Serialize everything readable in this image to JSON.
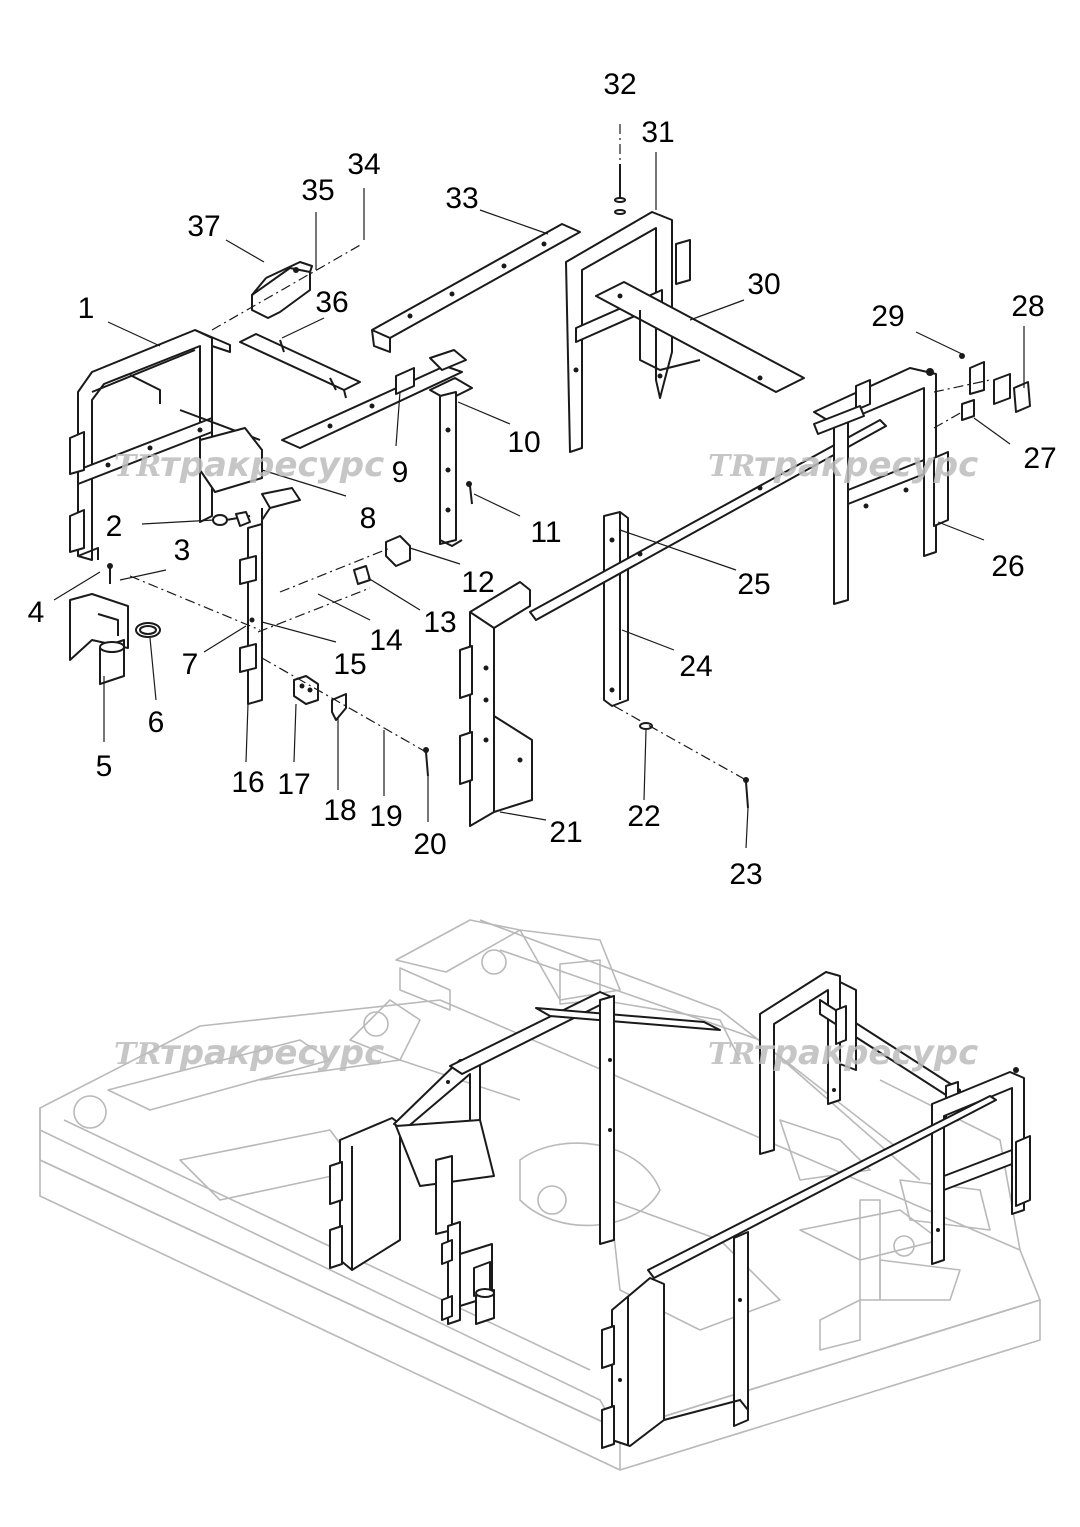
{
  "callouts": [
    {
      "n": "1"
    },
    {
      "n": "2"
    },
    {
      "n": "3"
    },
    {
      "n": "4"
    },
    {
      "n": "5"
    },
    {
      "n": "6"
    },
    {
      "n": "7"
    },
    {
      "n": "8"
    },
    {
      "n": "9"
    },
    {
      "n": "10"
    },
    {
      "n": "11"
    },
    {
      "n": "12"
    },
    {
      "n": "13"
    },
    {
      "n": "14"
    },
    {
      "n": "15"
    },
    {
      "n": "16"
    },
    {
      "n": "17"
    },
    {
      "n": "18"
    },
    {
      "n": "19"
    },
    {
      "n": "20"
    },
    {
      "n": "21"
    },
    {
      "n": "22"
    },
    {
      "n": "23"
    },
    {
      "n": "24"
    },
    {
      "n": "25"
    },
    {
      "n": "26"
    },
    {
      "n": "27"
    },
    {
      "n": "28"
    },
    {
      "n": "29"
    },
    {
      "n": "30"
    },
    {
      "n": "31"
    },
    {
      "n": "32"
    },
    {
      "n": "33"
    },
    {
      "n": "34"
    },
    {
      "n": "35"
    },
    {
      "n": "36"
    },
    {
      "n": "37"
    }
  ],
  "watermark": {
    "logo": "TR",
    "text": "тракресурс",
    "color": "#bdbdbd"
  },
  "colors": {
    "line": "#1a1a1a",
    "ghost": "#b9b9b9",
    "background": "#ffffff"
  }
}
